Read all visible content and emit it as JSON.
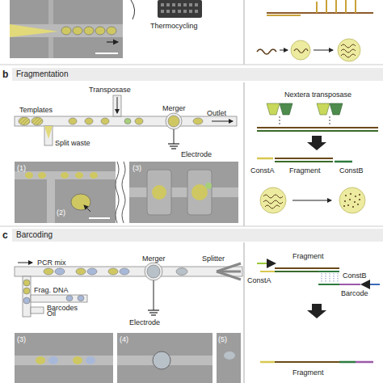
{
  "diagram": {
    "nodes": [
      {
        "text": [
          "b",
          "Fragmentation"
        ]
      },
      {
        "text": [
          "c",
          "Barcoding"
        ]
      }
    ],
    "labels": [
      "Thermocycling",
      "Transposase",
      "Templates",
      "Split waste",
      "Merger",
      "Outlet",
      "Electrode",
      "(1)",
      "(2)",
      "(3)",
      "Nextera transposase",
      "ConstA",
      "Fragment",
      "ConstB",
      "PCR mix",
      "Merger",
      "Splitter",
      "Frag. DNA",
      "Barcodes",
      "Oil",
      "Electrode",
      "(3)",
      "(4)",
      "(5)",
      "Fragment",
      "ConstA",
      "ConstB",
      "Barcode",
      "Fragment"
    ]
  }
}
